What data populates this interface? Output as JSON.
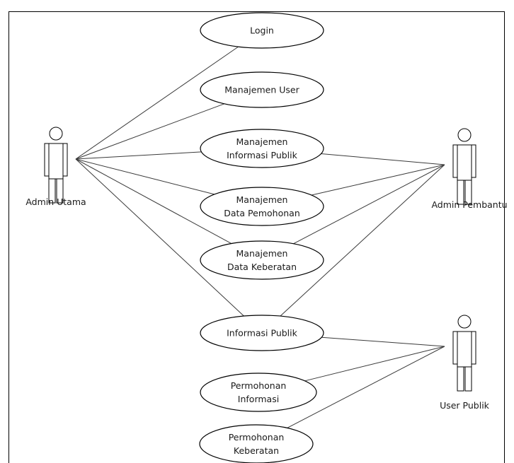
{
  "actors": [
    {
      "key": "admin_utama",
      "label": "Admin Utama"
    },
    {
      "key": "admin_pembantu",
      "label": "Admin Pembantu"
    },
    {
      "key": "user_publik",
      "label": "User Publik"
    }
  ],
  "use_cases": [
    {
      "key": "login",
      "lines": [
        "Login"
      ]
    },
    {
      "key": "manajemen_user",
      "lines": [
        "Manajemen User"
      ]
    },
    {
      "key": "manajemen_informasi_publik",
      "lines": [
        "Manajemen",
        "Informasi Publik"
      ]
    },
    {
      "key": "manajemen_data_pemohonan",
      "lines": [
        "Manajemen",
        "Data Pemohonan"
      ]
    },
    {
      "key": "manajemen_data_keberatan",
      "lines": [
        "Manajemen",
        "Data Keberatan"
      ]
    },
    {
      "key": "informasi_publik",
      "lines": [
        "Informasi Publik"
      ]
    },
    {
      "key": "permohonan_informasi",
      "lines": [
        "Permohonan",
        "Informasi"
      ]
    },
    {
      "key": "permohonan_keberatan",
      "lines": [
        "Permohonan",
        "Keberatan"
      ]
    }
  ],
  "associations": [
    {
      "actor": "admin_utama",
      "use_case": "login"
    },
    {
      "actor": "admin_utama",
      "use_case": "manajemen_user"
    },
    {
      "actor": "admin_utama",
      "use_case": "manajemen_informasi_publik"
    },
    {
      "actor": "admin_utama",
      "use_case": "manajemen_data_pemohonan"
    },
    {
      "actor": "admin_utama",
      "use_case": "manajemen_data_keberatan"
    },
    {
      "actor": "admin_utama",
      "use_case": "informasi_publik"
    },
    {
      "actor": "admin_pembantu",
      "use_case": "manajemen_informasi_publik"
    },
    {
      "actor": "admin_pembantu",
      "use_case": "manajemen_data_pemohonan"
    },
    {
      "actor": "admin_pembantu",
      "use_case": "manajemen_data_keberatan"
    },
    {
      "actor": "admin_pembantu",
      "use_case": "informasi_publik"
    },
    {
      "actor": "user_publik",
      "use_case": "informasi_publik"
    },
    {
      "actor": "user_publik",
      "use_case": "permohonan_informasi"
    },
    {
      "actor": "user_publik",
      "use_case": "permohonan_keberatan"
    }
  ]
}
